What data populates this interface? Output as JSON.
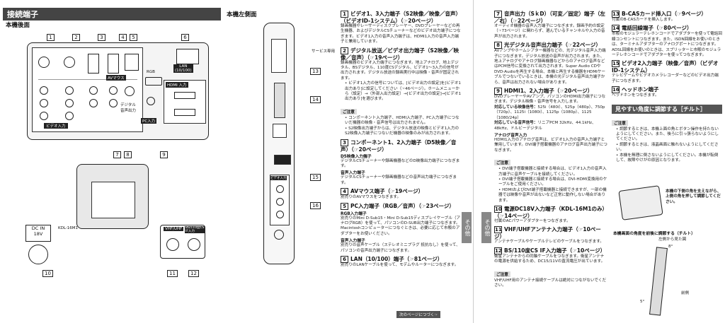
{
  "left": {
    "header": "接続端子",
    "rear_title": "本機後面",
    "left_side_title": "本機左側面",
    "callouts_top": [
      "1",
      "2",
      "3",
      "4",
      "5",
      "6"
    ],
    "callouts_bottom": [
      "7",
      "8",
      "9"
    ],
    "callout_10": "10",
    "callouts_11_12": [
      "11",
      "12"
    ],
    "callout_13": "13",
    "callout_14": "14",
    "callout_15": "15",
    "callout_16": "16",
    "port_labels": {
      "lan": "LAN\n(10/100)",
      "hdmi": "HDMI 入力",
      "rgb": "RGB",
      "av_mouse": "AVマウス",
      "digital_audio": "デジタル\n音声出力",
      "video_in": "ビデオ入力",
      "pc_in": "PC入力",
      "service": "サービス専用",
      "dc_in": "DC IN\n18V",
      "model": "KDL-16M1",
      "vhf_uhf": "VHF/UHF",
      "bs_cs": "BS/110度CS\nIF入力",
      "video_in_side": "ビデオ入力"
    }
  },
  "col1": {
    "s1_title": "ビデオ1、3入力端子（S2映像／映像／音声）（ビデオID-1システム）（☞20ページ）",
    "s1_body": "録画機器やレーザーディスクプレーヤー、DVDプレーヤーなどの再生機器、およびデジタルCSチューナーなどのビデオ出力端子につなぎます。ビデオ1入力の音声入力端子は、HDMI1入力の音声入力端子と兼用しています。",
    "s2_title": "デジタル放送／ビデオ出力端子（S2映像／映像／音声）（☞19ページ）",
    "s2_body": "録画機器のビデオ入力端子につなぎます。地上アナログ、地上デジタル、BSデジタル、110度CSデジタル、ビデオ1～3入力の信号が出力されます。デジタル放送の録画実行中は映像・音声が固定されます。",
    "s2_b1": "ビデオ1入力の信号については、[ビデオ出力の設定]を[ビデオ1出力あり]に設定してください（☞46ページ）。ホームメニューから（設定）→（外部入出力設定）→[ビデオ出力の設定]→[ビデオ1出力あり]を選びます。",
    "s2_note": "ご注意",
    "s2_n1": "コンポーネント入力端子、HDMI入力端子、PC入力端子につないだ機器の映像・音声信号は出力されません。",
    "s2_n2": "S2映像出力端子からは、デジタル放送の映像とビデオ1入力のS2映像入力端子につないだ機器の映像のみが出力されます。",
    "s3_title": "コンポーネント1、2入力端子（D5映像／音声）（☞20ページ）",
    "s3_sub1": "D5映像入力端子",
    "s3_b1": "デジタルCSチューナーや録画機器などのD映像出力端子につなぎます。",
    "s3_sub2": "音声入力端子",
    "s3_b2": "デジタルCSチューナーや録画機器などの音声出力端子につなぎます。",
    "s4_title": "AVマウス端子（☞19ページ）",
    "s4_body": "別売りのAVマウスをつなぎます。",
    "s5_title": "PC入力端子（RGB／音声）（☞23ページ）",
    "s5_sub1": "RGB入力端子",
    "s5_b1": "別売りのMini D-Sub15・Mini D-Sub15ディスプレイケーブル（アナログRGB）を使って、パソコンのD-SUB出力端子につなぎます。Macintoshコンピューターにつなぐときは、必要に応じて市販のアダプターをお使いください。",
    "s5_sub2": "音声入力端子",
    "s5_b2": "別売りの音声ケーブル（ステレオミニプラグ 抵抗なし）を使って、パソコンの音声出力端子につなぎます。",
    "s6_title": "LAN（10/100）端子（☞81ページ）",
    "s6_body": "別売りのLANケーブルを使って、モデムやルーターにつなぎます。",
    "footer": "次のページにつづく☞",
    "side_tab": "その他"
  },
  "col2": {
    "side_tab": "その他",
    "s7_title": "音声出力（SｋD）（可変／固定）端子（左／右）（☞22ページ）",
    "s7_body": "オーディオ機器の音声入力端子につなぎます。録画予約の設定（☞73ページ）に関わらず、選んでいるチャンネルや入力の音声が出力されます。",
    "s8_title": "光デジタル音声出力端子（☞22ページ）",
    "s8_body": "AVアンプやホームシアター機器などの、光デジタル音声入力端子につなぎます。デジタル放送の音声が出力されます。また、地上アナログやアナログ録画機器などからのアナログ音声などはPCM信号に変換されて出力されます。Super Audio CDやDVD-Audioを再生する場合、本機と再生する機器をHDMIケーブルでつないでいるときは、本機の光デジタル音声出力端子から、音声は出力されない場合があります。",
    "s9_title": "HDMI1、2入力端子（☞20ページ）",
    "s9_body": "DVDプレーヤーやAVアンプ、パソコンのHDMI出力端子につなぎます。デジタル映像・音声信号を入力します。",
    "s9_sub1": "対応している映像信号：",
    "s9_sig": "525i（480i）、525p（480p）、750p（720p）、1125i（1080i）、1125p（1080p）、1125（1080/24p）",
    "s9_sub2": "対応している音声信号：",
    "s9_aud": "リニアPCM 32kHz、44.1kHz、48kHz、ドルビーデジタル",
    "s9_sub3": "アナログ音声入力",
    "s9_b3": "HDMI1入力のアナログ音声は、ビデオ1入力の音声入力端子と兼用しています。DVI端子搭載機器のアナログ音声出力端子につなぎます。",
    "s9_note": "ご注意",
    "s9_n1": "DVI端子搭載機器と接続する場合は、ビデオ1入力の音声入力端子に音声ケーブルを接続してください。",
    "s9_n2": "DVI端子搭載機器と接続する場合は、DVI-HDMI変換用のケーブルをご使用ください。",
    "s9_n3": "HDMIおよびDVI端子搭載機器と接続できますが、一部の機器では映像や音声が出ないなど正常に動作しない場合があります。",
    "s10_title": "電源DC18V入力端子（KDL-16M1のみ）（☞14ページ）",
    "s10_body": "付属のACパワーアダプターをつなぎます。",
    "s11_title": "VHF/UHFアンテナ入力端子（☞10ページ）",
    "s11_body": "アンテナケーブルやケーブルテレビのケーブルをつなぎます。",
    "s12_title": "BS/110度CS IF入力端子（☞10ページ）",
    "s12_body": "衛星アンテナからの同軸ケーブルをつなぎます。衛星アンテナの電源を供給するため、DC15/11Vの直流電圧が出ています。",
    "s12_note": "ご注意",
    "s12_n1": "VHF/UHF用のアンテナ接続ケーブルは絶対につながないでください。"
  },
  "col3": {
    "s13_title": "B-CASカード挿入口（☞9ページ）",
    "s13_body": "付属のB-CASカードを挿入します。",
    "s14_title": "電話回線端子（☞80ページ）",
    "s14_body": "市販のモジュラーテレホンコードでアダプターを使って電話回線コンセントにつなぎます。また、ISDN回線をお使いのときは、ターミナルアダプターのアナログポートにつなぎます。ADSL回線をお使いのときは、スプリッターと市販のモジュラーテレホンコードでアダプターを使ってつなぎます。",
    "s15_title": "ビデオ2入力端子（映像／音声）（ビデオID-1システム）",
    "s15_body": "テレビゲームやビデオカメラレコーダーなどのビデオ出力端子につなぎます。",
    "s16_title": "ヘッドホン端子",
    "s16_body": "ヘッドホンをつなぎます。",
    "tilt_header": "見やすい角度に調節する［チルト］",
    "tilt_note": "ご注意",
    "tilt_n1": "調節するときは、本機上面の角とボタン操作を持たないようにしてください。また、後ろに引っ張らないようにしてください。",
    "tilt_n2": "調節するときは、液晶画面に触れないようにしてください。",
    "tilt_n3": "本機を無理に倒さないようにしてください。本機が転倒して、故障やけがの原因となります。",
    "tilt_cap": "本機の下側の角を支えながら、上側の角を押して調節してください。",
    "tilt_sub": "本機画面の角度を前後に調節する（チルト）",
    "tilt_side": "左側から見た図",
    "tilt_deg1": "8°",
    "tilt_deg2": "5°",
    "tilt_front": "前側"
  }
}
